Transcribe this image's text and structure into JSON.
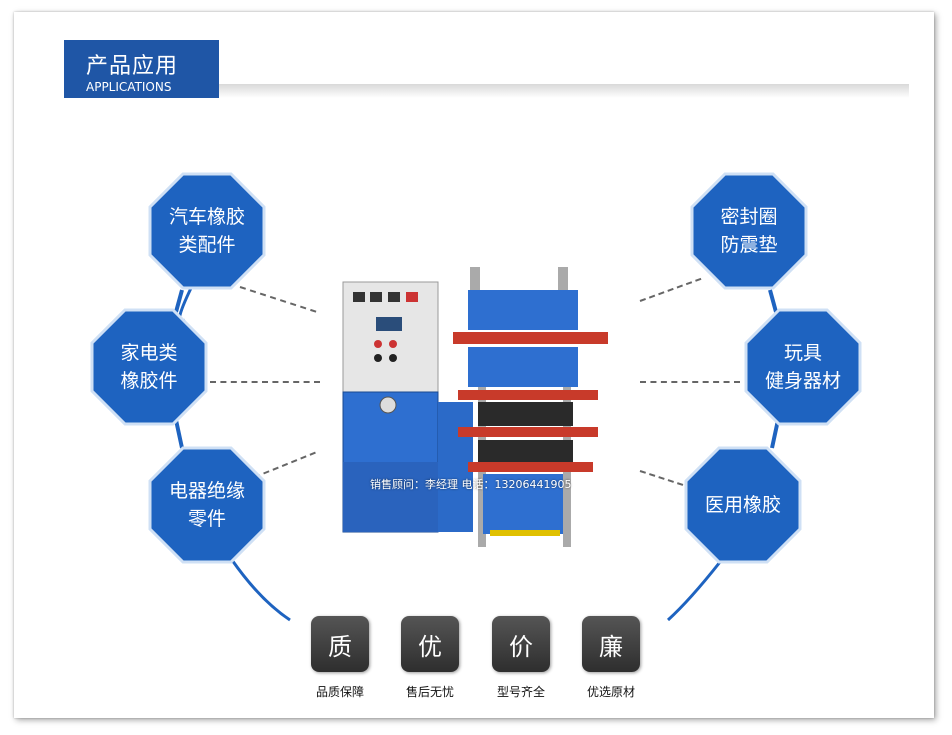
{
  "header": {
    "title_cn": "产品应用",
    "title_en": "APPLICATIONS"
  },
  "applications_left": [
    {
      "line1": "汽车橡胶",
      "line2": "类配件"
    },
    {
      "line1": "家电类",
      "line2": "橡胶件"
    },
    {
      "line1": "电器绝缘",
      "line2": "零件"
    }
  ],
  "applications_right": [
    {
      "line1": "密封圈",
      "line2": "防震垫"
    },
    {
      "line1": "玩具",
      "line2": "健身器材"
    },
    {
      "line1": "医用橡胶",
      "line2": ""
    }
  ],
  "watermark": "销售顾问：李经理 电话：13206441905",
  "features": [
    {
      "char": "质",
      "caption": "品质保障"
    },
    {
      "char": "优",
      "caption": "售后无忧"
    },
    {
      "char": "价",
      "caption": "型号齐全"
    },
    {
      "char": "廉",
      "caption": "优选原材"
    }
  ],
  "colors": {
    "brand_blue": "#1f56a6",
    "octagon_blue": "#1e63c0",
    "machine_blue": "#2e6fd0",
    "machine_red": "#c83a2a"
  }
}
